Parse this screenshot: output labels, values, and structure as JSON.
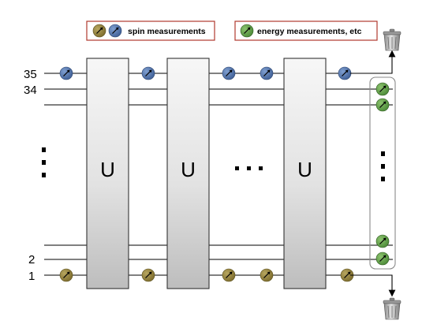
{
  "legend": {
    "spin_label": "spin measurements",
    "energy_label": "energy measurements, etc"
  },
  "wire_labels": {
    "top": "35",
    "second": "34",
    "bottom_second": "2",
    "bottom": "1"
  },
  "gate_label": "U",
  "gate_count": 3,
  "colors": {
    "spin_olive": "#8f7d38",
    "spin_blue": "#4d6fa8",
    "energy_green": "#5e9a48",
    "legend_border": "#b03a2e",
    "wire": "#000000"
  },
  "icons": {
    "measure": "meter-icon",
    "discard": "trash-can-icon"
  }
}
